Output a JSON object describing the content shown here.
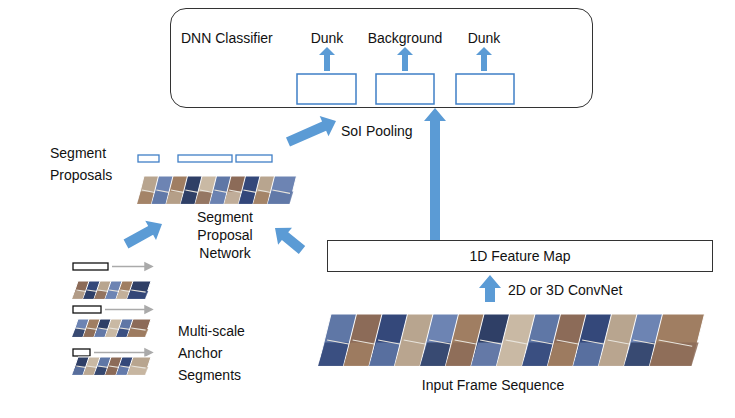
{
  "diagram": {
    "nodes": [
      {
        "text": [
          "DNN Classifier"
        ]
      },
      {
        "text": [
          "1D Feature Map"
        ]
      }
    ],
    "edges": [
      {
        "from": 1,
        "to": 0,
        "arrow": "to"
      }
    ],
    "labels": [
      "Dunk",
      "Background",
      "Dunk",
      "SoI Pooling",
      "Segment Proposals",
      "Segment Proposal Network",
      "2D or 3D ConvNet",
      "Multi-scale Anchor Segments",
      "Input Frame Sequence"
    ]
  }
}
